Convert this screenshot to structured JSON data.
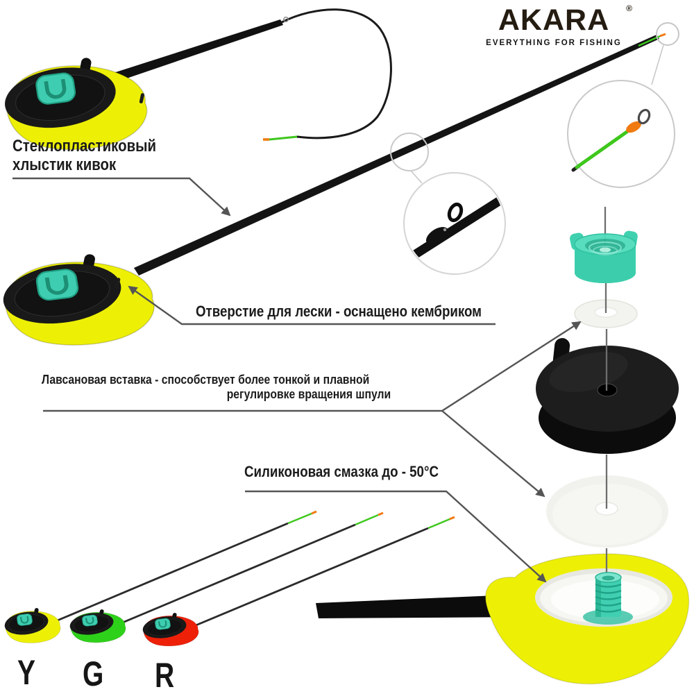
{
  "brand": {
    "name": "AKARA",
    "registered_mark": "®",
    "tagline": "EVERYTHING FOR FISHING",
    "logo_color": "#251c12"
  },
  "callouts": {
    "whip_line1": "Стеклопластиковый",
    "whip_line2": "хлыстик кивок",
    "line_hole": "Отверстие для лески - оснащено кембриком",
    "lavsan_line1": "Лавсановая вставка - способствует более тонкой и плавной",
    "lavsan_line2": "регулировке вращения шпули",
    "silicone": "Силиконовая смазка до - 50°C"
  },
  "variants": [
    {
      "code": "Y",
      "color_name": "yellow",
      "color": "#edf005"
    },
    {
      "code": "G",
      "color_name": "green",
      "color": "#2ed119"
    },
    {
      "code": "R",
      "color_name": "red",
      "color": "#ee2008"
    }
  ],
  "colors": {
    "background": "#ffffff",
    "body_yellow": "#edf005",
    "body_green": "#2ed119",
    "body_red": "#ee2008",
    "cambric_teal": "#3ecdb0",
    "spool_black": "#161616",
    "rod_black": "#111111",
    "tip_green": "#3ec71d",
    "tip_orange": "#f07a10",
    "leader_gray": "#555555",
    "callout_ring_gray": "#c9c9c9",
    "washer_white": "#f3f3ef"
  }
}
